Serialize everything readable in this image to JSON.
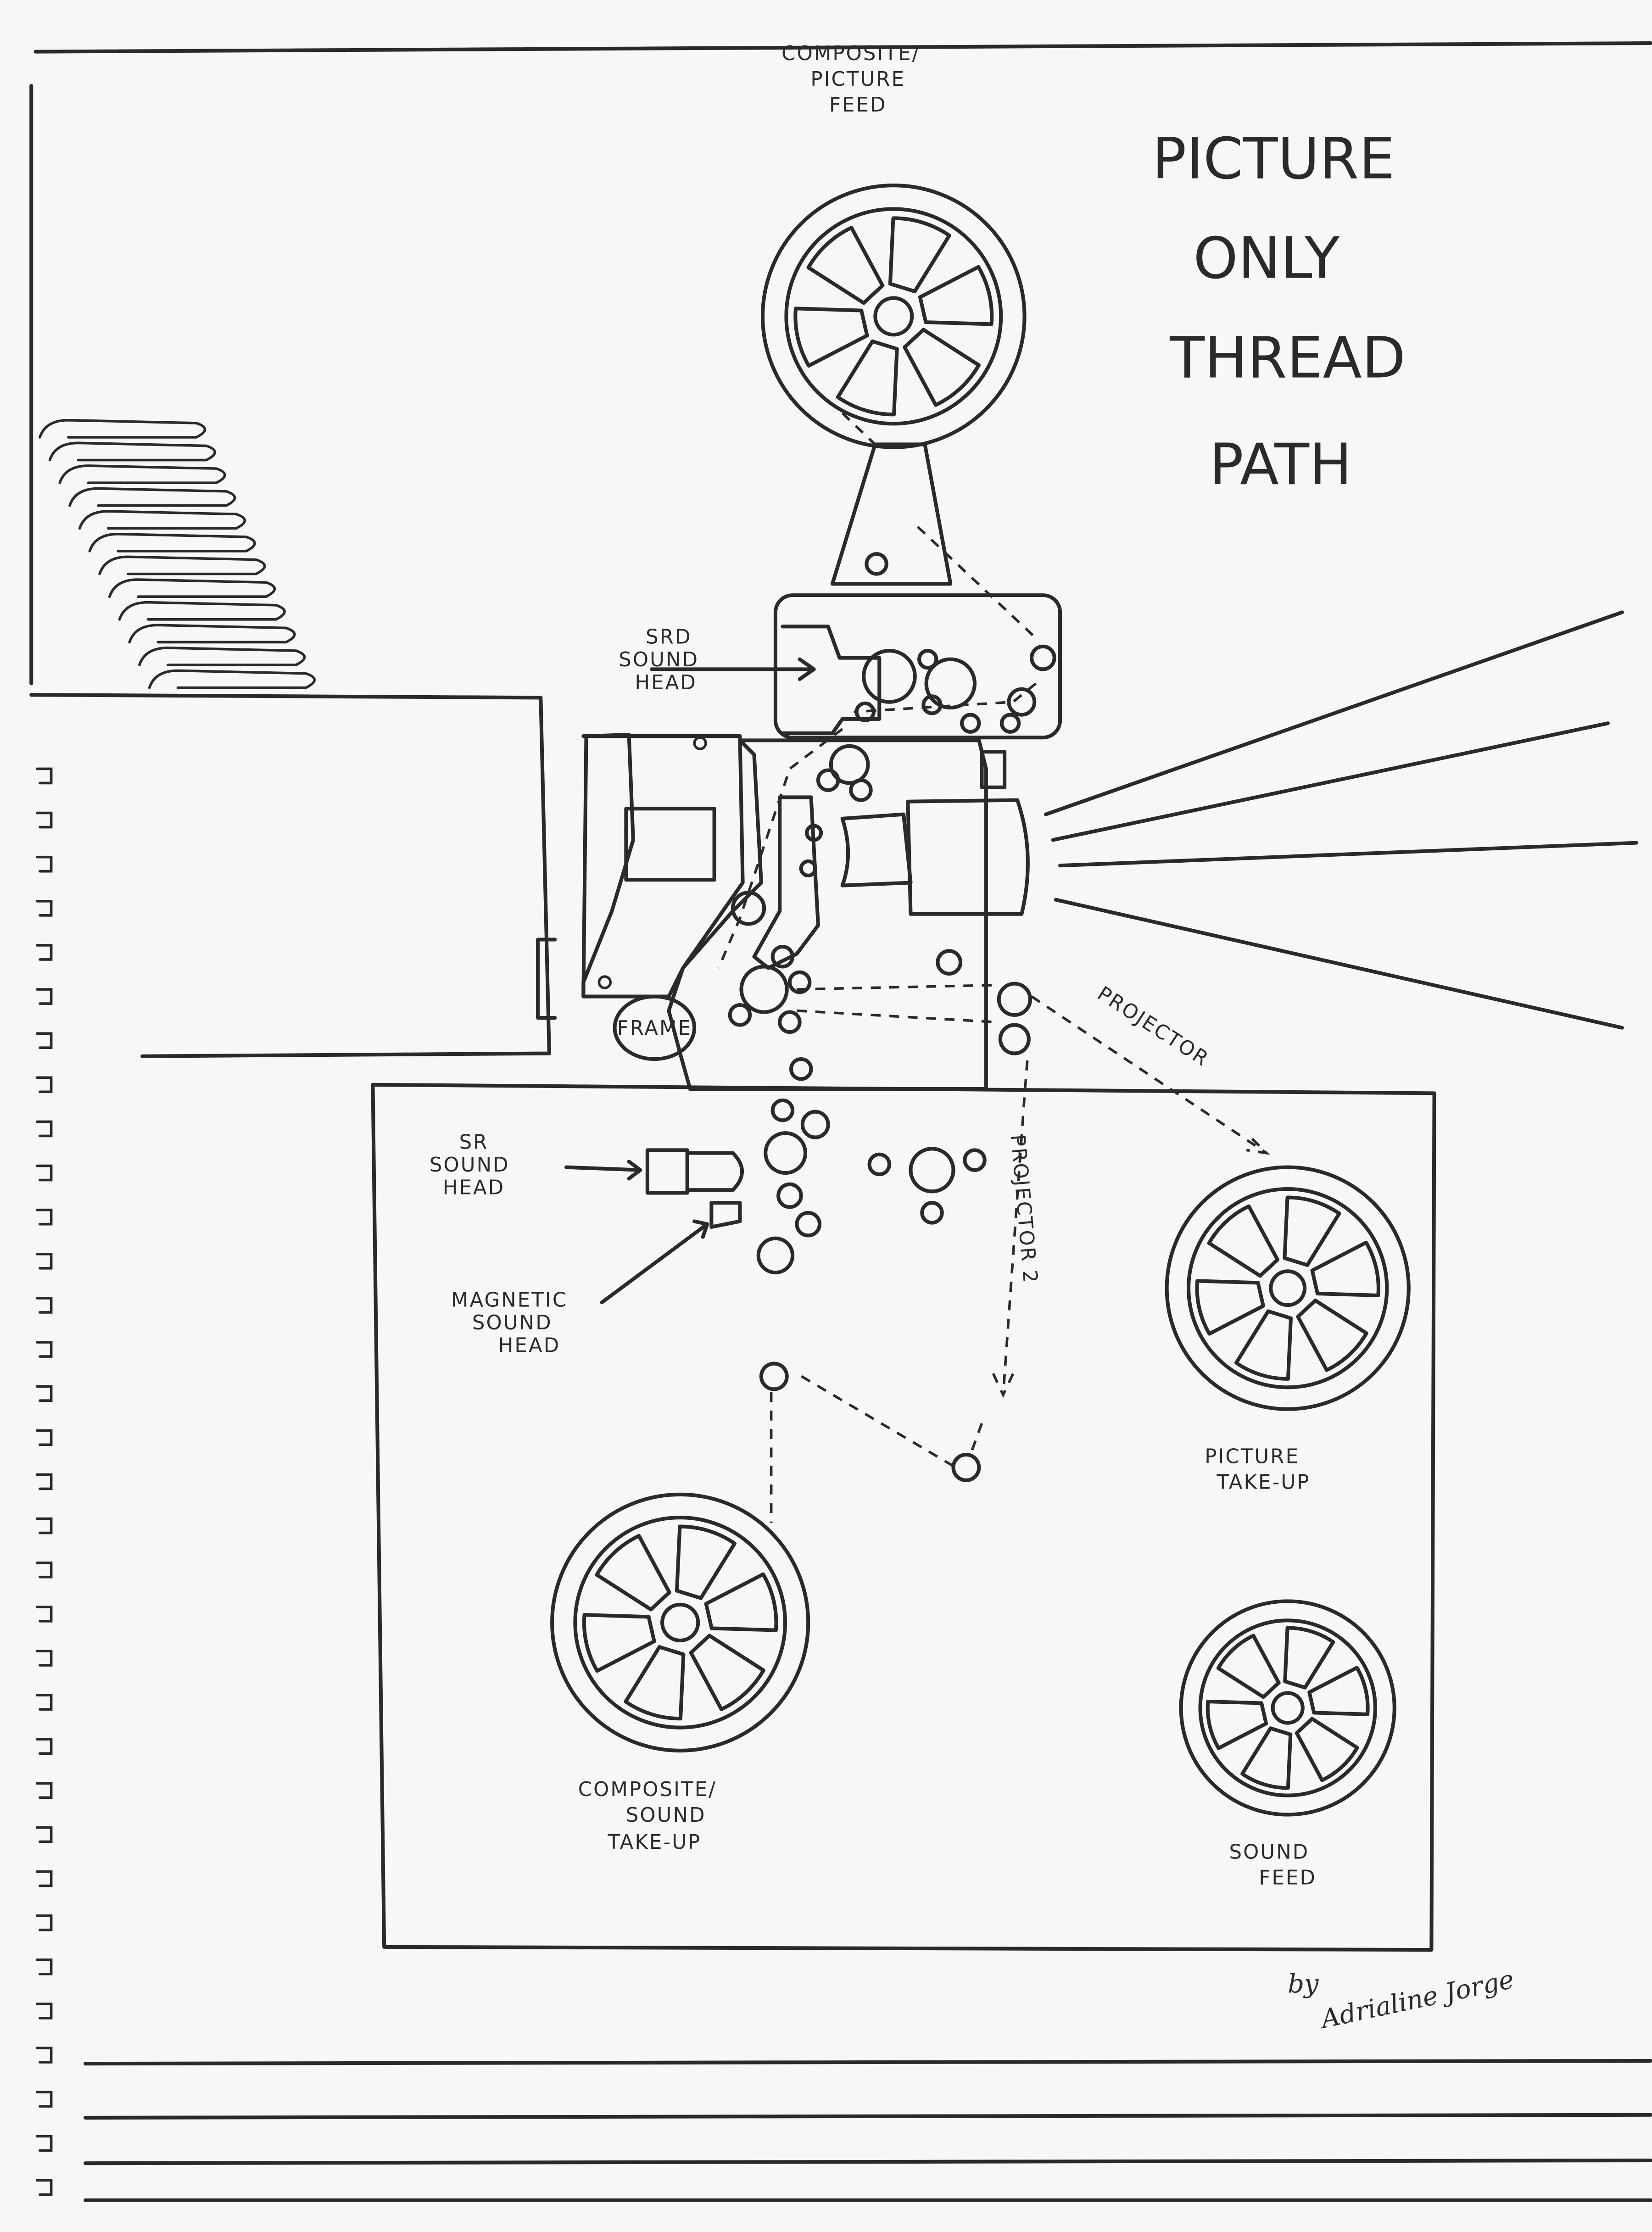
{
  "title": [
    "PICTURE",
    "ONLY",
    "THREAD",
    "PATH"
  ],
  "labels": {
    "composite_picture_feed": [
      "COMPOSITE/",
      "PICTURE",
      "FEED"
    ],
    "srd_sound_head": [
      "SRD",
      "SOUND",
      "HEAD"
    ],
    "sr_sound_head": [
      "SR",
      "SOUND",
      "HEAD"
    ],
    "magnetic_sound_head": [
      "MAGNETIC",
      "SOUND",
      "HEAD"
    ],
    "picture_take_up": [
      "PICTURE",
      "TAKE-UP"
    ],
    "composite_sound_take_up": [
      "COMPOSITE/",
      "SOUND",
      "TAKE-UP"
    ],
    "sound_feed": [
      "SOUND",
      "FEED"
    ],
    "frame": "FRAME",
    "projector": "PROJECTOR",
    "projector_2": "PROJECTOR 2"
  },
  "signature": {
    "by": "by",
    "name": "Adrialine Jorge"
  }
}
